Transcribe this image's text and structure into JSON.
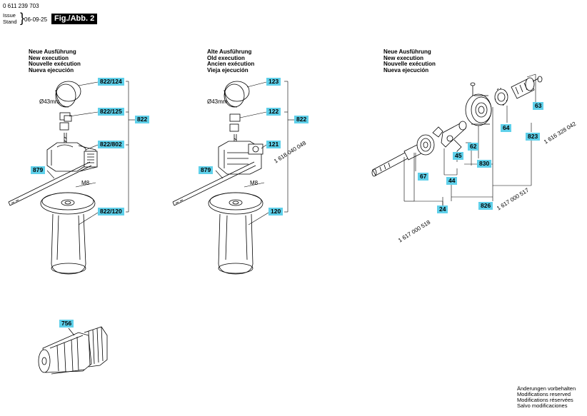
{
  "header": {
    "part_number": "0 611 239 703",
    "issue_label_1": "Issue",
    "issue_label_2": "Stand",
    "date": "06-09-25",
    "fig_label": "Fig./Abb. 2"
  },
  "sections": {
    "new_execution": [
      "Neue Ausführung",
      "New execution",
      "Nouvelle exécution",
      "Nueva ejecución"
    ],
    "old_execution": [
      "Alte Ausführung",
      "Old execution",
      "Ancien exécution",
      "Vieja ejecución"
    ],
    "new_execution_right": [
      "Neue Ausführung",
      "New execution",
      "Nouvelle exécution",
      "Nueva ejecución"
    ]
  },
  "left": {
    "diameter": "Ø43mm",
    "thread": "M8",
    "labels": [
      "822/124",
      "822/125",
      "822",
      "822/802",
      "879",
      "822/120"
    ]
  },
  "middle": {
    "diameter": "Ø43mm",
    "thread": "M8",
    "labels": [
      "123",
      "122",
      "822",
      "121",
      "879",
      "120"
    ],
    "partno": "1 618 040 048"
  },
  "right": {
    "labels": [
      "63",
      "64",
      "823",
      "62",
      "830",
      "45",
      "67",
      "44",
      "24",
      "826"
    ],
    "partno_823": "1 616 328 042",
    "partno_826": "1 617 000 517",
    "partno_24": "1 617 000 518"
  },
  "chuck": {
    "label": "756"
  },
  "footer": [
    "Änderungen vorbehalten",
    "Modifications reserved",
    "Modifications réservées",
    "Salvo modificaciones"
  ]
}
